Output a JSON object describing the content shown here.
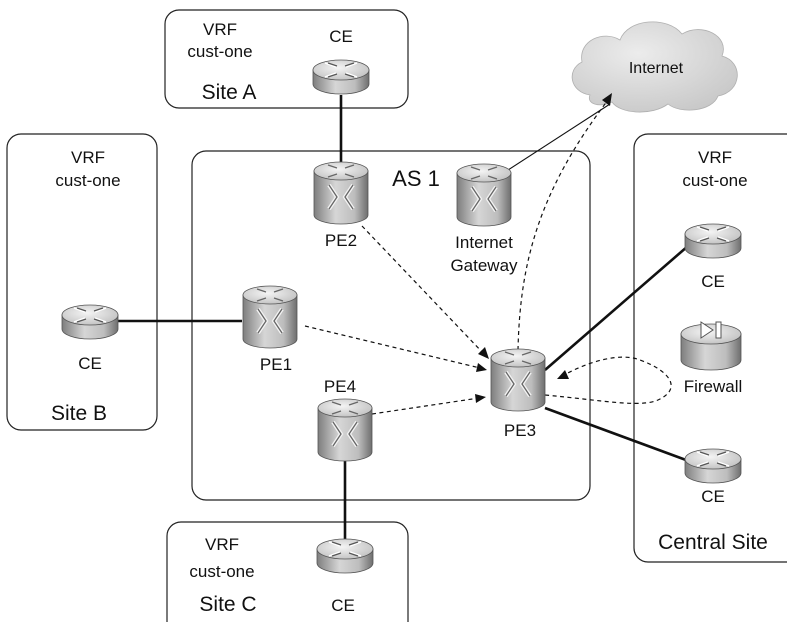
{
  "labels": {
    "site_a": "Site A",
    "site_a_vrf": "VRF",
    "site_a_cust": "cust-one",
    "site_a_ce": "CE",
    "site_b": "Site B",
    "site_b_vrf": "VRF",
    "site_b_cust": "cust-one",
    "site_b_ce": "CE",
    "site_c": "Site C",
    "site_c_vrf": "VRF",
    "site_c_cust": "cust-one",
    "site_c_ce": "CE",
    "central": "Central Site",
    "central_vrf": "VRF",
    "central_cust": "cust-one",
    "central_ce_top": "CE",
    "central_ce_bottom": "CE",
    "firewall": "Firewall",
    "as": "AS 1",
    "pe1": "PE1",
    "pe2": "PE2",
    "pe3": "PE3",
    "pe4": "PE4",
    "gateway_line1": "Internet",
    "gateway_line2": "Gateway",
    "internet": "Internet"
  },
  "colors": {
    "router_light": "#e4e4e4",
    "router_dark": "#8a8a8a",
    "cloud": "#d7d7d7"
  },
  "icons": [
    "router-icon",
    "pe-router-icon",
    "firewall-icon",
    "internet-cloud-icon"
  ]
}
